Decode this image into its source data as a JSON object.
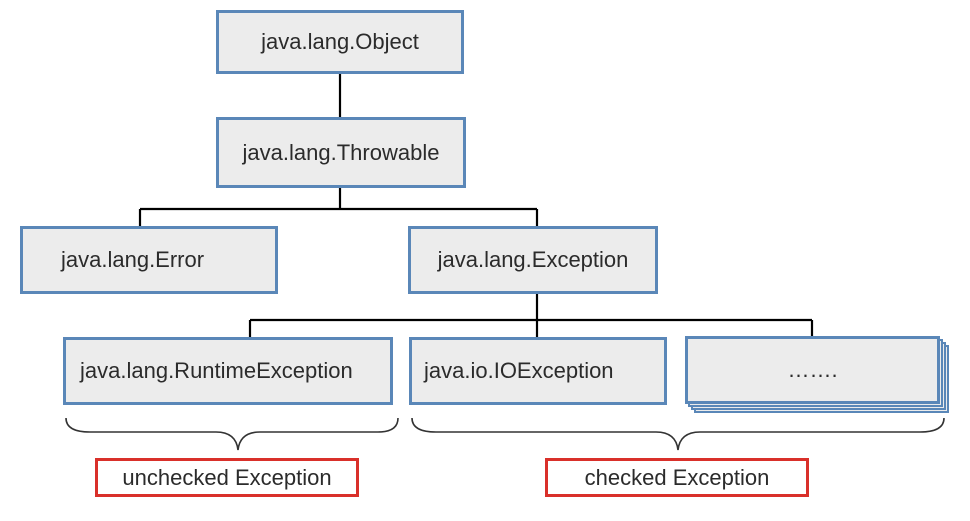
{
  "diagram": {
    "nodes": {
      "object": "java.lang.Object",
      "throwable": "java.lang.Throwable",
      "error": "java.lang.Error",
      "exception": "java.lang.Exception",
      "runtime": "java.lang.RuntimeException",
      "ioexception": "java.io.IOException",
      "more": "……."
    },
    "groups": {
      "unchecked": "unchecked Exception",
      "checked": "checked Exception"
    },
    "colors": {
      "box_fill": "#ececec",
      "box_border": "#5a87b8",
      "label_border": "#d9302a",
      "connector": "#000000"
    }
  }
}
